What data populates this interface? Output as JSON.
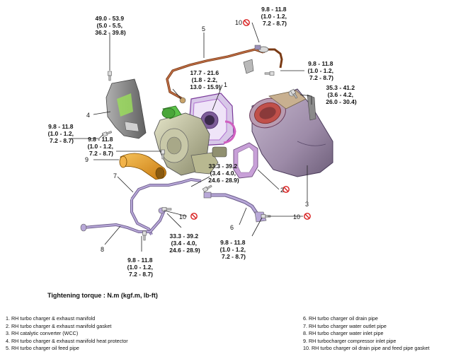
{
  "torques": {
    "t1": [
      "49.0 - 53.9",
      "(5.0 - 5.5,",
      "36.2 - 39.8)"
    ],
    "t2": [
      "9.8 - 11.8",
      "(1.0 - 1.2,",
      "7.2 - 8.7)"
    ],
    "t3": [
      "9.8 - 11.8",
      "(1.0 - 1.2,",
      "7.2 - 8.7)"
    ],
    "t4": [
      "17.7 - 21.6",
      "(1.8 - 2.2,",
      "13.0 - 15.9)"
    ],
    "t5": [
      "35.3 - 41.2",
      "(3.6 - 4.2,",
      "26.0 - 30.4)"
    ],
    "t6": [
      "9.8 - 11.8",
      "(1.0 - 1.2,",
      "7.2 - 8.7)"
    ],
    "t7": [
      "9.8 - 11.8",
      "(1.0 - 1.2,",
      "7.2 - 8.7)"
    ],
    "t8": [
      "33.3 - 39.2",
      "(3.4 - 4.0,",
      "24.6 - 28.9)"
    ],
    "t9": [
      "33.3 - 39.2",
      "(3.4 - 4.0,",
      "24.6 - 28.9)"
    ],
    "t10": [
      "9.8 - 11.8",
      "(1.0 - 1.2,",
      "7.2 - 8.7)"
    ],
    "t11": [
      "9.8 - 11.8",
      "(1.0 - 1.2,",
      "7.2 - 8.7)"
    ]
  },
  "callouts": {
    "c1": "1",
    "c2": "2",
    "c3": "3",
    "c4": "4",
    "c5": "5",
    "c6": "6",
    "c7": "7",
    "c8": "8",
    "c9": "9",
    "c10a": "10",
    "c10b": "10",
    "c10c": "10"
  },
  "tightening_torque": "Tightening torque : N.m (kgf.m, lb-ft)",
  "legend": {
    "left": [
      "1. RH turbo charger & exhaust manifold",
      "2. RH turbo charger & exhaust manifold gasket",
      "3. RH catalytic converter (WCC)",
      "4. RH turbo charger & exhaust manifold heat protector",
      "5. RH turbo charger oil feed pipe"
    ],
    "right": [
      "6. RH turbo charger oil drain pipe",
      "7. RH turbo charger water outlet pipe",
      "8. RH turbo charger water inlet pipe",
      "9. RH turbocharger compressor inlet pipe",
      "10. RH turbo charger oil drain pipe and feed pipe gasket"
    ]
  },
  "colors": {
    "pipe": "#a89ac8",
    "oil_pipe": "#a0522d",
    "gasket": "#c8a0d8",
    "turbo_housing": "#b8b890",
    "turbo_green": "#5cc24a",
    "catalyst": "#9d8ba8",
    "heat_shield": "#8a8a8a",
    "inlet_pipe": "#e8a030",
    "no_reuse": "#d81e1e"
  },
  "icons": [
    "no-reuse-icon"
  ]
}
